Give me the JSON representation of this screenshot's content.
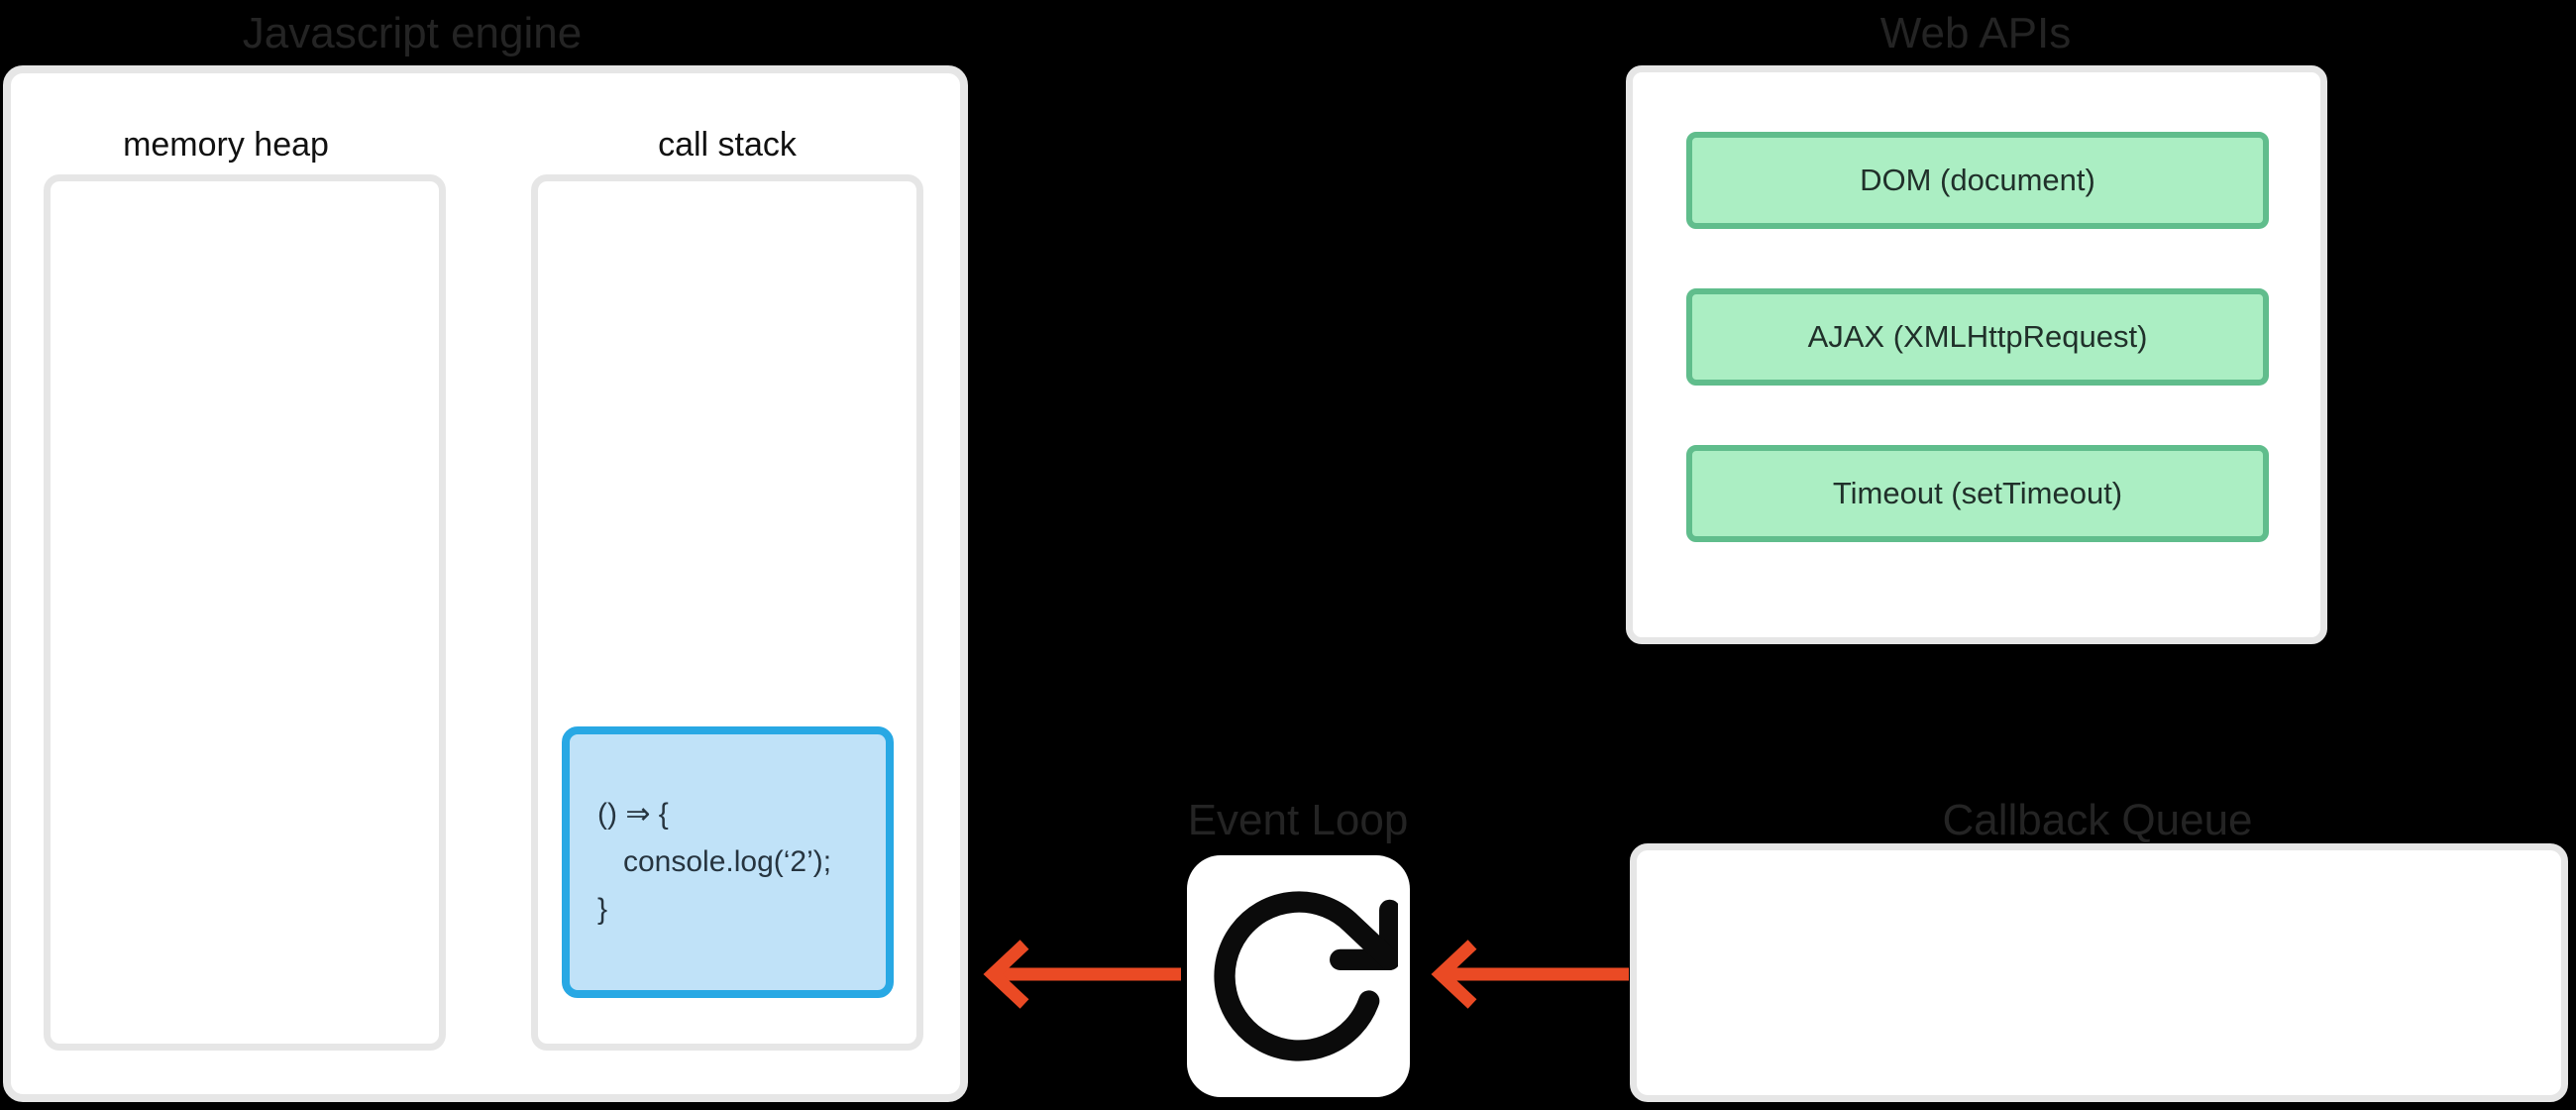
{
  "colors": {
    "background": "#000000",
    "panel_bg": "#ffffff",
    "panel_border": "#e6e6e6",
    "title_text": "#242424",
    "label_text": "#111111",
    "api_fill": "#abeec3",
    "api_border": "#60bd8c",
    "api_text": "#20302a",
    "frame_fill": "#c0e2f8",
    "frame_border": "#28a8e4",
    "code_text": "#26343f",
    "arrow": "#ea4a24",
    "icon": "#0b0b0b"
  },
  "js_engine": {
    "title": "Javascript engine",
    "memory_heap_label": "memory heap",
    "call_stack_label": "call stack",
    "stack_frame_code": [
      "() ⇒ {",
      "console.log(‘2’);",
      "}"
    ]
  },
  "web_apis": {
    "title": "Web APIs",
    "items": [
      "DOM (document)",
      "AJAX (XMLHttpRequest)",
      "Timeout (setTimeout)"
    ]
  },
  "event_loop": {
    "title": "Event Loop",
    "icon": "rotate-cw-icon"
  },
  "callback_queue": {
    "title": "Callback Queue"
  },
  "flow": {
    "arrow_color": "#ea4a24",
    "arrows": [
      "callback-queue-to-event-loop",
      "event-loop-to-call-stack"
    ]
  }
}
